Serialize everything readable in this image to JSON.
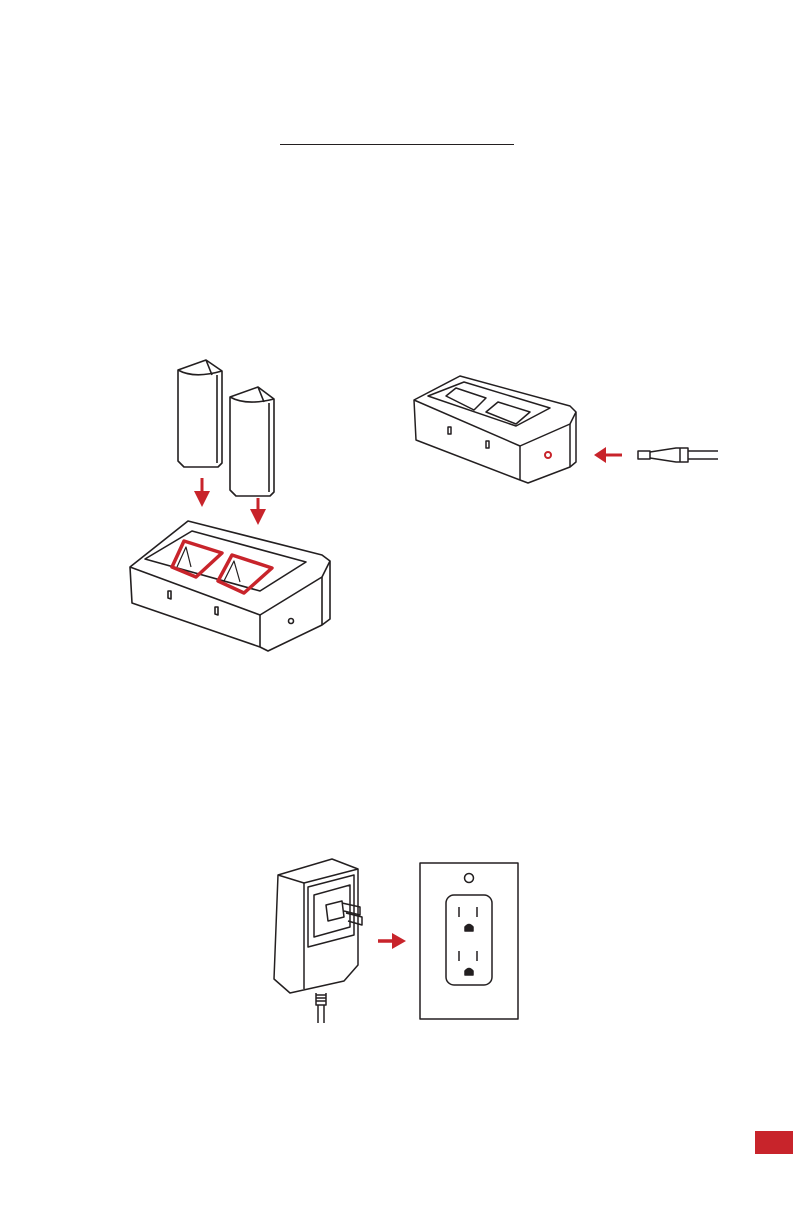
{
  "document": {
    "title_rule": "",
    "figures": [
      {
        "icon": "batteries-into-charger-illustration"
      },
      {
        "icon": "dc-plug-into-charger-illustration"
      },
      {
        "icon": "ac-adapter-into-wall-outlet-illustration"
      }
    ],
    "accent_color": "#c8242b",
    "line_color": "#231f20",
    "page_tab": {
      "icon": "page-edge-tab"
    }
  }
}
